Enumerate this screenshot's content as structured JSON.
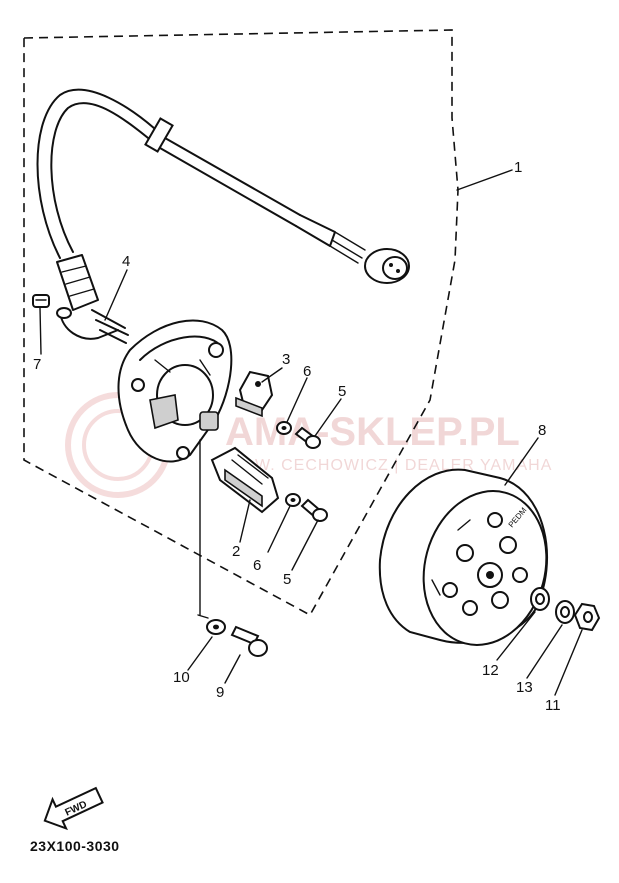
{
  "callouts": {
    "c1": "1",
    "c2": "2",
    "c3": "3",
    "c4": "4",
    "c5a": "5",
    "c5b": "5",
    "c6a": "6",
    "c6b": "6",
    "c7": "7",
    "c8": "8",
    "c9": "9",
    "c10": "10",
    "c11": "11",
    "c12": "12",
    "c13": "13"
  },
  "fwd_label": "FWD",
  "rotor_marking": "PEDM",
  "diagram_code": "23X100-3030",
  "watermark": {
    "main": "AMA-SKLEP.PL",
    "sub": "W. CECHOWICZ | DEALER YAMAHA",
    "color": "#e7b7b7"
  }
}
